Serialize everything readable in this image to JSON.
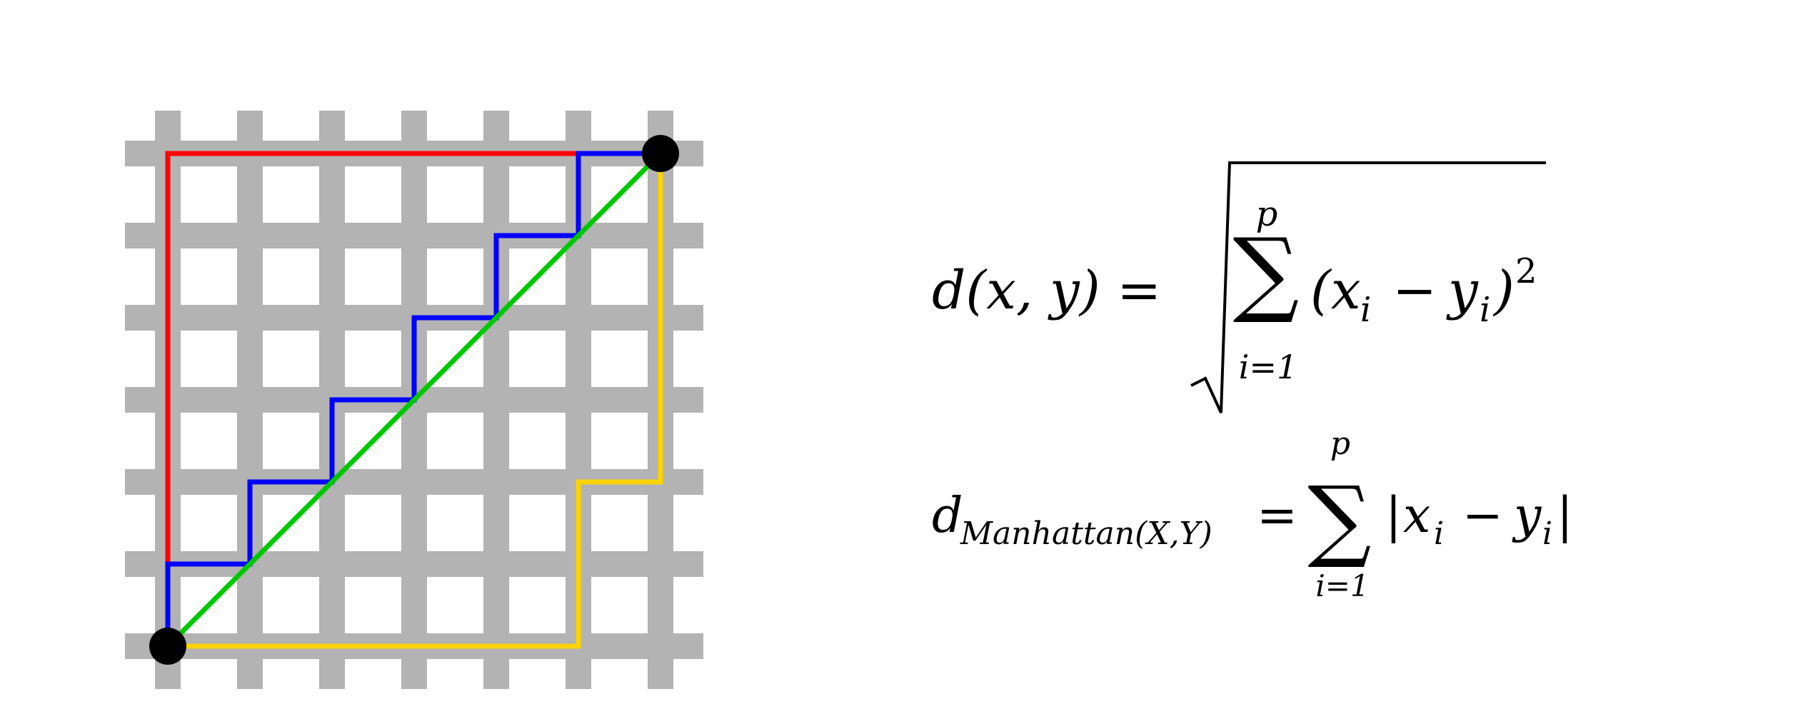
{
  "diagram": {
    "grid": {
      "columns": 7,
      "rows": 7,
      "road_color": "#b3b3b3",
      "background": "#ffffff"
    },
    "endpoints": {
      "color": "#000000",
      "start": {
        "col": 0,
        "row": 0
      },
      "end": {
        "col": 6,
        "row": 6
      }
    },
    "paths": [
      {
        "id": "red",
        "color": "#ff0000",
        "points": [
          [
            0,
            0
          ],
          [
            0,
            6
          ],
          [
            6,
            6
          ]
        ]
      },
      {
        "id": "yellow",
        "color": "#ffd200",
        "points": [
          [
            0,
            0
          ],
          [
            5,
            0
          ],
          [
            5,
            2
          ],
          [
            6,
            2
          ],
          [
            6,
            6
          ]
        ]
      },
      {
        "id": "blue",
        "color": "#0000ff",
        "points": [
          [
            0,
            0
          ],
          [
            0,
            1
          ],
          [
            1,
            1
          ],
          [
            1,
            2
          ],
          [
            2,
            2
          ],
          [
            2,
            3
          ],
          [
            3,
            3
          ],
          [
            3,
            4
          ],
          [
            4,
            4
          ],
          [
            4,
            5
          ],
          [
            5,
            5
          ],
          [
            5,
            6
          ],
          [
            6,
            6
          ]
        ]
      },
      {
        "id": "green",
        "color": "#00c800",
        "points": [
          [
            0,
            0
          ],
          [
            6,
            6
          ]
        ]
      }
    ]
  },
  "formulas": {
    "euclidean": {
      "lhs": "d(x, y) =",
      "sum_upper": "p",
      "sum_lower": "i=1",
      "term_open": "(x",
      "sub_x": "i",
      "minus": "−",
      "y": "y",
      "sub_y": "i",
      "term_close": ")",
      "power": "2"
    },
    "manhattan": {
      "d": "d",
      "subscript": "Manhattan(X,Y)",
      "equals": "=",
      "sum_upper": "p",
      "sum_lower": "i=1",
      "bar_open": "|",
      "x": "x",
      "sub_x": "i",
      "minus": "−",
      "y": "y",
      "sub_y": "i",
      "bar_close": "|"
    }
  }
}
